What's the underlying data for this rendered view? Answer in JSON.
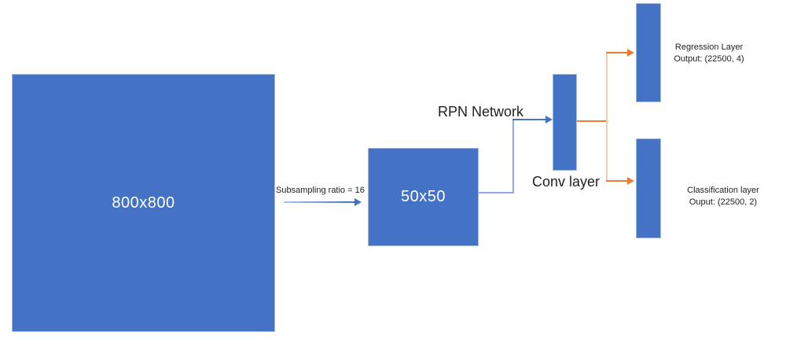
{
  "diagram": {
    "nodes": {
      "input_image": {
        "label": "800x800"
      },
      "feature_map": {
        "label": "50x50"
      },
      "rpn": {
        "label": "RPN Network"
      },
      "conv_layer": {
        "label": "Conv layer"
      },
      "regression": {
        "label": "Regression Layer",
        "output": "Output: (22500, 4)"
      },
      "classification": {
        "label": "Classification layer",
        "output": "Ouput: (22500, 2)"
      }
    },
    "edges": {
      "subsampling": {
        "label": "Subsampling ratio = 16"
      }
    },
    "colors": {
      "node_fill": "#4472C4",
      "node_text": "#FFFFFF",
      "blue_connector": "#4472C4",
      "blue_connector_light": "#8FAADC",
      "orange_connector": "#ED7D31",
      "orange_connector_light": "#F8CBAD",
      "label_text": "#1F1F1F",
      "background": "#FFFFFF"
    }
  }
}
